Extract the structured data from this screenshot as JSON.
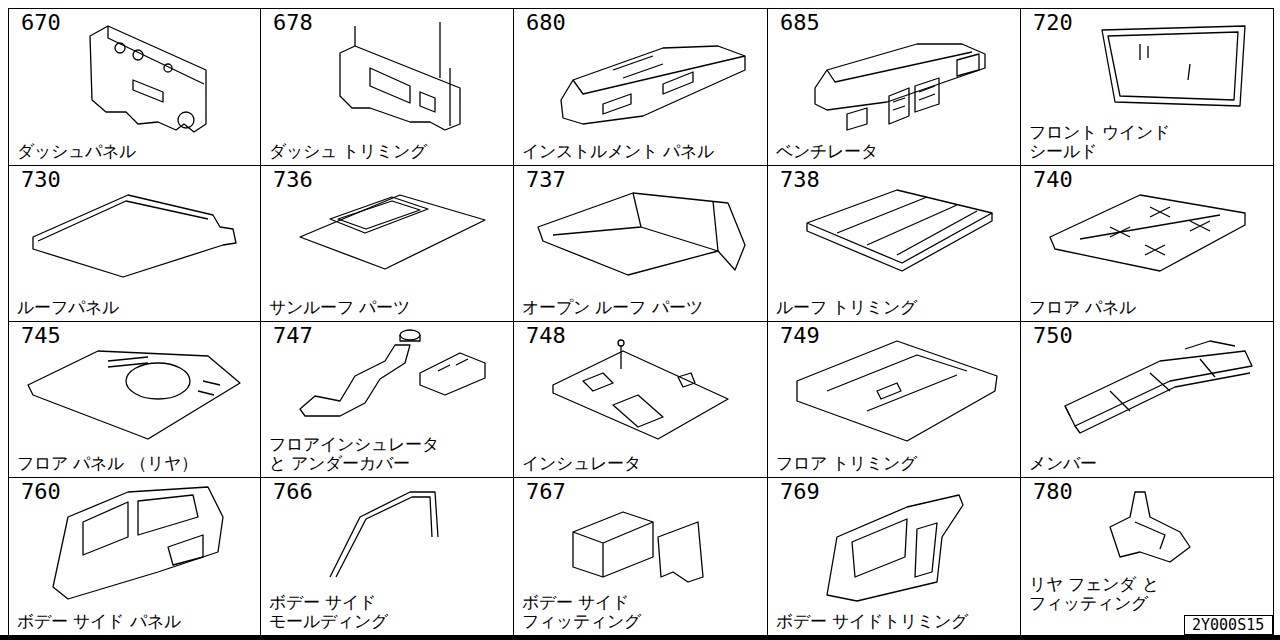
{
  "diagram": {
    "nodes": [
      {
        "text": [
          "670",
          "ダッシュパネル"
        ]
      },
      {
        "text": [
          "678",
          "ダッシュ トリミング"
        ]
      },
      {
        "text": [
          "680",
          "インストルメント パネル"
        ]
      },
      {
        "text": [
          "685",
          "ベンチレータ"
        ]
      },
      {
        "text": [
          "720",
          "フロント ウインド シールド"
        ]
      },
      {
        "text": [
          "730",
          "ルーフパネル"
        ]
      },
      {
        "text": [
          "736",
          "サンルーフ パーツ"
        ]
      },
      {
        "text": [
          "737",
          "オープン ルーフ パーツ"
        ]
      },
      {
        "text": [
          "738",
          "ルーフ トリミング"
        ]
      },
      {
        "text": [
          "740",
          "フロア パネル"
        ]
      },
      {
        "text": [
          "745",
          "フロア パネル （リヤ）"
        ]
      },
      {
        "text": [
          "747",
          "フロアインシュレータ と アンダーカバー"
        ]
      },
      {
        "text": [
          "748",
          "インシュレータ"
        ]
      },
      {
        "text": [
          "749",
          "フロア トリミング"
        ]
      },
      {
        "text": [
          "750",
          "メンバー"
        ]
      },
      {
        "text": [
          "760",
          "ボデー サイド パネル"
        ]
      },
      {
        "text": [
          "766",
          "ボデー サイド モールディング"
        ]
      },
      {
        "text": [
          "767",
          "ボデー サイド フィッティング"
        ]
      },
      {
        "text": [
          "769",
          "ボデー サイドトリミング"
        ]
      },
      {
        "text": [
          "780",
          "リヤ フェンダ と フィッティング"
        ]
      },
      {
        "text": [
          "2Y000S15"
        ],
        "in": 19
      }
    ]
  }
}
